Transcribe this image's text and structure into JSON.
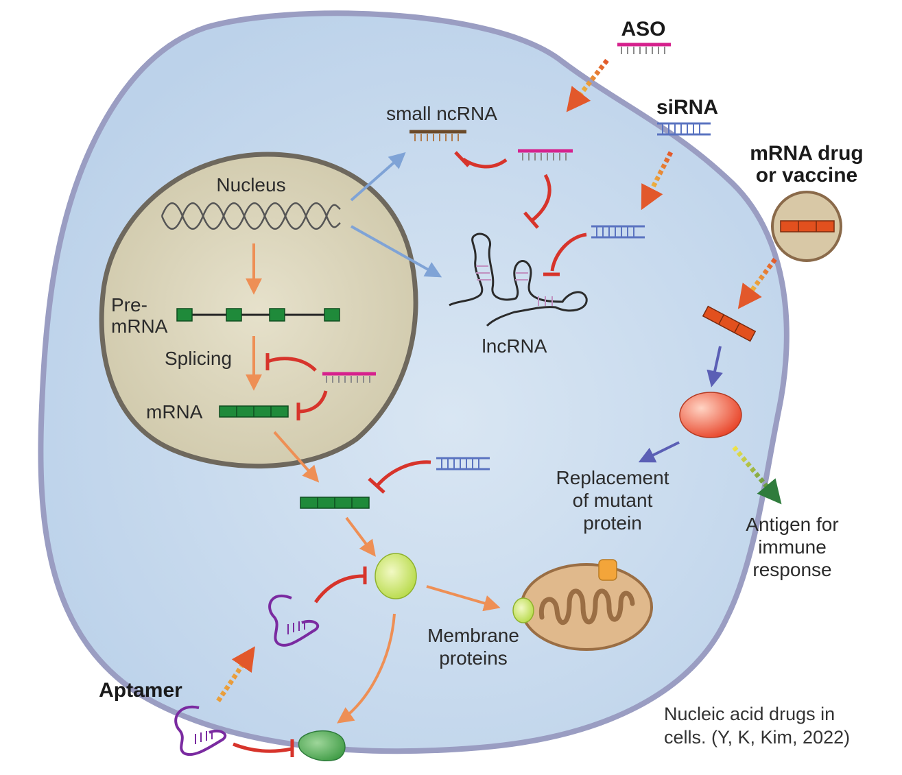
{
  "labels": {
    "nucleus": "Nucleus",
    "pre_mrna_1": "Pre-",
    "pre_mrna_2": "mRNA",
    "splicing": "Splicing",
    "mrna": "mRNA",
    "small_ncrna": "small ncRNA",
    "lncrna": "lncRNA",
    "aso": "ASO",
    "sirna": "siRNA",
    "mrna_drug_1": "mRNA drug",
    "mrna_drug_2": "or vaccine",
    "replacement_1": "Replacement",
    "replacement_2": "of mutant",
    "replacement_3": "protein",
    "antigen_1": "Antigen for",
    "antigen_2": "immune",
    "antigen_3": "response",
    "membrane_1": "Membrane",
    "membrane_2": "proteins",
    "aptamer": "Aptamer"
  },
  "caption": {
    "line1": "Nucleic acid drugs in",
    "line2": "cells. (Y, K, Kim, 2022)"
  },
  "colors": {
    "cell_fill": "#c6d8ec",
    "cell_border": "#9a9dc2",
    "nucleus_fill": "#d8d2b8",
    "nucleus_border": "#7a7266",
    "exon_green": "#1f8a3a",
    "aso_magenta": "#d6218d",
    "sirna_blue": "#5a73c0",
    "orange_arrow": "#ee8f55",
    "blue_arrow": "#7fa3d6",
    "red_inhibit": "#d7342b",
    "purple_arrow": "#5b5fb5",
    "aptamer_purple": "#7a2aa0",
    "mrna_drug_orange": "#e2501e",
    "mitochondrion": "#e0b98c"
  }
}
